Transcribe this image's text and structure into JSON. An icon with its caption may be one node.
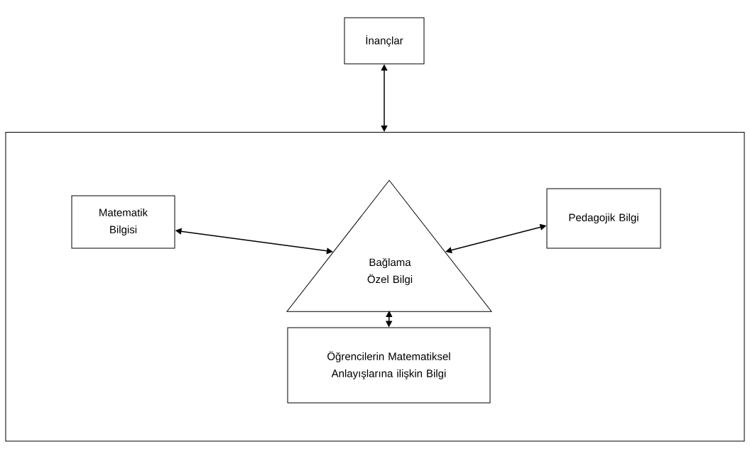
{
  "diagram": {
    "nodes": [
      {
        "text": [
          "İnançlar"
        ]
      },
      {
        "text": [],
        "shape": "box"
      },
      {
        "text": [
          "Matematik Bilgisi"
        ],
        "in": 1
      },
      {
        "text": [
          "Bağlama Özel Bilgi"
        ],
        "in": 1
      },
      {
        "text": [
          "Pedagojik Bilgi"
        ],
        "in": 1
      },
      {
        "text": [
          "Öğrencilerin Matematiksel Anlayışlarına ilişkin Bilgi"
        ],
        "in": 1
      }
    ],
    "edges": [
      {
        "from": 0,
        "to": 1,
        "arrow": "both"
      },
      {
        "from": 2,
        "to": 3,
        "arrow": "both"
      },
      {
        "from": 4,
        "to": 3,
        "arrow": "both"
      },
      {
        "from": 3,
        "to": 5,
        "arrow": "both"
      }
    ]
  }
}
